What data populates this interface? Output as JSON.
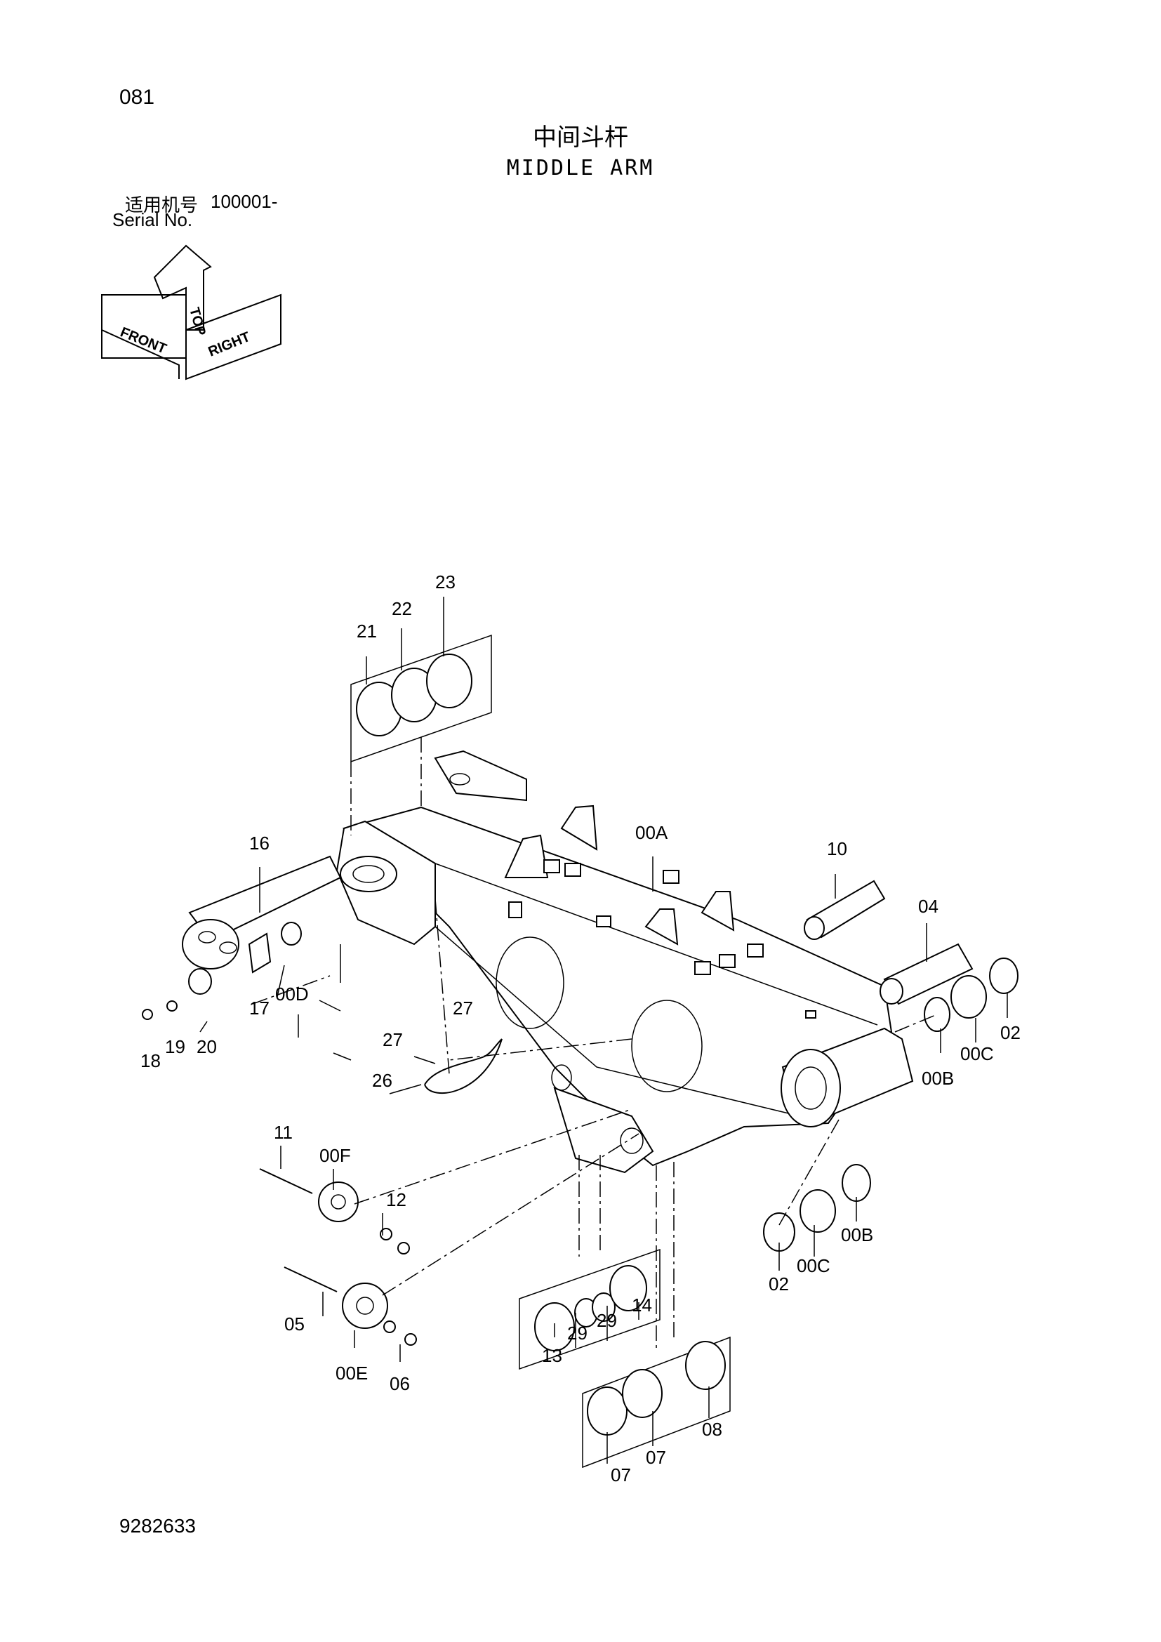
{
  "header": {
    "page_number": "081",
    "title_cn": "中间斗杆",
    "title_en": "MIDDLE ARM",
    "serial_label_cn": "适用机号",
    "serial_value": "100001-",
    "serial_label_en": "Serial No."
  },
  "orientation": {
    "top": "TOP",
    "front": "FRONT",
    "right": "RIGHT"
  },
  "callouts": {
    "p23": "23",
    "p22": "22",
    "p21": "21",
    "p00A": "00A",
    "p10": "10",
    "p04": "04",
    "p16": "16",
    "p00B_top": "00B",
    "p00C_top": "00C",
    "p02_top": "02",
    "p17": "17",
    "p00D": "00D",
    "p18": "18",
    "p19": "19",
    "p20": "20",
    "p27a": "27",
    "p27b": "27",
    "p26": "26",
    "p11": "11",
    "p00F": "00F",
    "p12": "12",
    "p05": "05",
    "p00E": "00E",
    "p06": "06",
    "p13": "13",
    "p29a": "29",
    "p29b": "29",
    "p14": "14",
    "p02_bottom": "02",
    "p00C_bottom": "00C",
    "p00B_bottom": "00B",
    "p07a": "07",
    "p07b": "07",
    "p08": "08"
  },
  "footer": {
    "doc_number": "9282633"
  }
}
